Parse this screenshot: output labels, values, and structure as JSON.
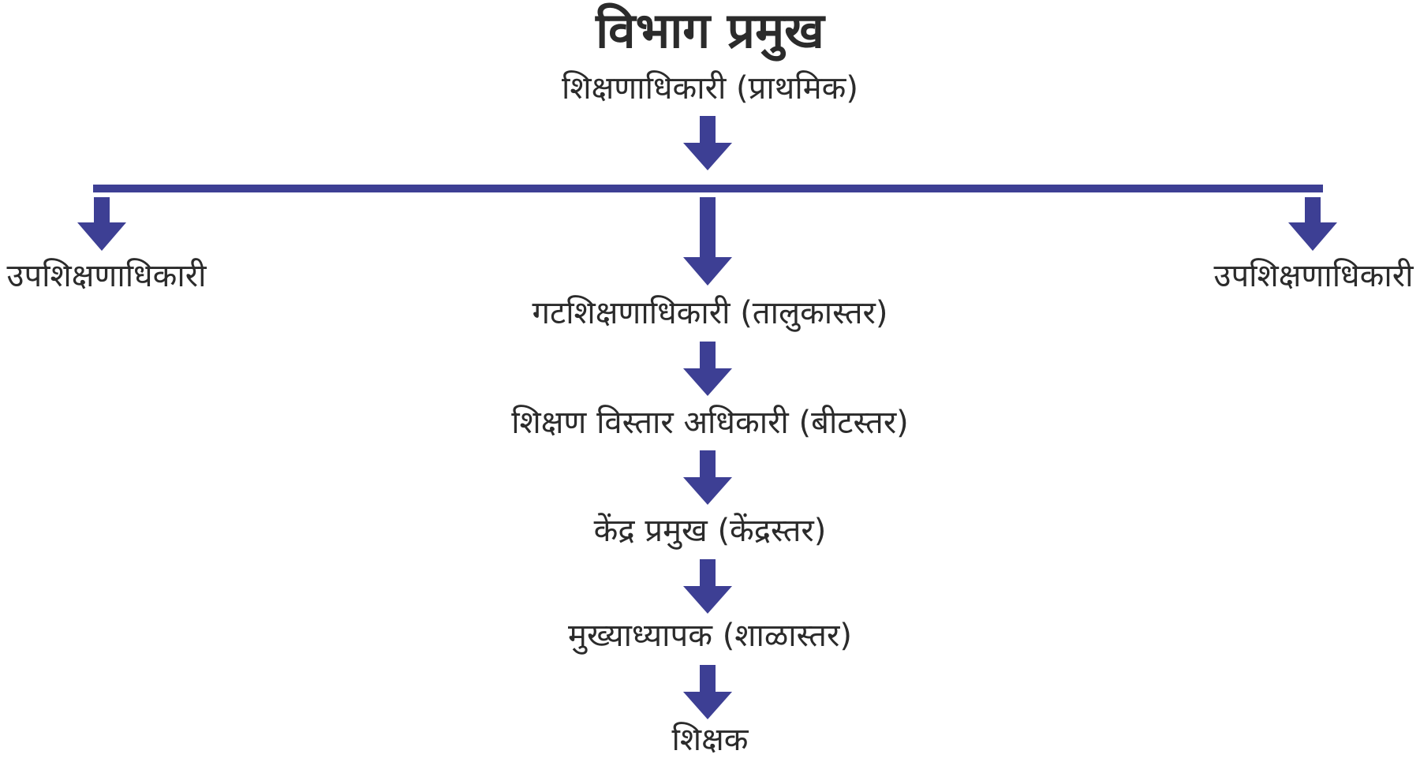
{
  "diagram": {
    "title": "विभाग प्रमुख",
    "root": "शिक्षणाधिकारी (प्राथमिक)",
    "deputy_left": "उपशिक्षणाधिकारी",
    "deputy_right": "उपशिक्षणाधिकारी",
    "block_officer": "गटशिक्षणाधिकारी (तालुकास्तर)",
    "extension_officer": "शिक्षण विस्तार अधिकारी (बीटस्तर)",
    "center_head": "केंद्र प्रमुख (केंद्रस्तर)",
    "headmaster": "मुख्याध्यापक (शाळास्तर)",
    "teacher": "शिक्षक"
  },
  "colors": {
    "arrow": "#3d3f94",
    "text": "#2b2b2b"
  }
}
